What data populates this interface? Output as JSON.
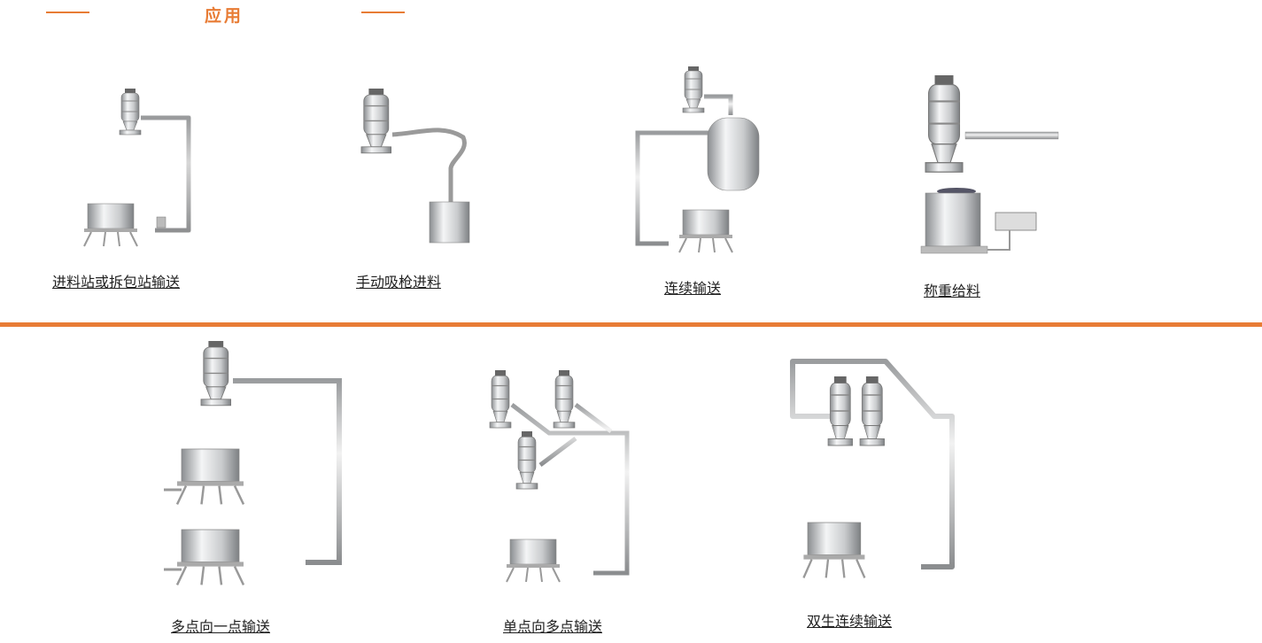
{
  "header": {
    "title": "应用",
    "accent_color": "#e87c35"
  },
  "applications": [
    {
      "label": "进料站或拆包站输送",
      "icon": "bag-dump-station-diagram"
    },
    {
      "label": "手动吸枪进料",
      "icon": "manual-suction-lance-diagram"
    },
    {
      "label": "连续输送",
      "icon": "continuous-conveying-diagram"
    },
    {
      "label": "称重给料",
      "icon": "weighing-feeding-diagram"
    },
    {
      "label": "多点向一点输送",
      "icon": "multi-to-single-point-diagram"
    },
    {
      "label": "单点向多点输送",
      "icon": "single-to-multi-point-diagram"
    },
    {
      "label": "双生连续输送",
      "icon": "twin-continuous-conveying-diagram"
    }
  ]
}
